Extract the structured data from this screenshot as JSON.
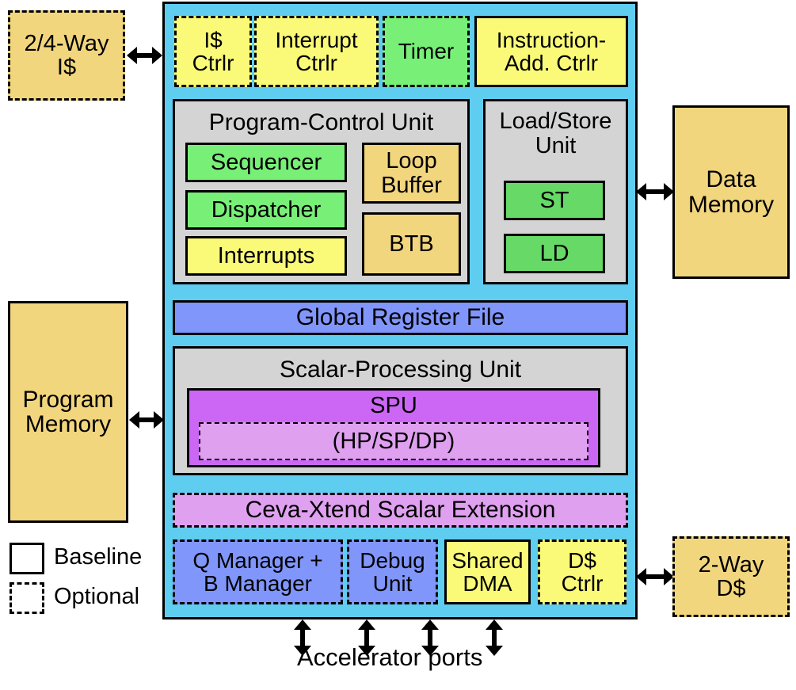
{
  "diagram": {
    "title": "Ceva processor core block diagram",
    "colors": {
      "chip_frame": "#5FCDEF",
      "yellow": "#FAFA78",
      "green_light": "#78F078",
      "green_strong": "#66D966",
      "gold": "#F2D67E",
      "blue": "#8096FA",
      "purple": "#CC66F5",
      "purple_light": "#E0A0F0",
      "gray_panel": "#D4D4D4",
      "outline": "#000000"
    }
  },
  "external": {
    "icache": {
      "label_line1": "2/4-Way",
      "label_line2": "I$",
      "style": "Optional"
    },
    "program_memory": {
      "label_line1": "Program",
      "label_line2": "Memory",
      "style": "Baseline"
    },
    "data_memory": {
      "label_line1": "Data",
      "label_line2": "Memory",
      "style": "Baseline"
    },
    "dcache": {
      "label_line1": "2-Way",
      "label_line2": "D$",
      "style": "Optional"
    }
  },
  "top_row": [
    {
      "label_line1": "I$",
      "label_line2": "Ctrlr",
      "style": "Optional",
      "color": "yellow"
    },
    {
      "label_line1": "Interrupt",
      "label_line2": "Ctrlr",
      "style": "Optional",
      "color": "yellow"
    },
    {
      "label_line1": "Timer",
      "label_line2": "",
      "style": "Optional",
      "color": "green"
    },
    {
      "label_line1": "Instruction-",
      "label_line2": "Add. Ctrlr",
      "style": "Baseline",
      "color": "yellow"
    }
  ],
  "program_control_unit": {
    "title": "Program-Control Unit",
    "left_blocks": [
      {
        "label": "Sequencer",
        "style": "Baseline",
        "color": "green"
      },
      {
        "label": "Dispatcher",
        "style": "Baseline",
        "color": "green"
      },
      {
        "label": "Interrupts",
        "style": "Baseline",
        "color": "yellow"
      }
    ],
    "right_blocks": [
      {
        "label_line1": "Loop",
        "label_line2": "Buffer",
        "style": "Baseline",
        "color": "gold"
      },
      {
        "label_line1": "BTB",
        "label_line2": "",
        "style": "Baseline",
        "color": "gold"
      }
    ]
  },
  "load_store_unit": {
    "title_line1": "Load/Store",
    "title_line2": "Unit",
    "blocks": [
      {
        "label": "ST",
        "style": "Baseline",
        "color": "green"
      },
      {
        "label": "LD",
        "style": "Baseline",
        "color": "green"
      }
    ]
  },
  "global_register_file": {
    "label": "Global Register File",
    "style": "Baseline",
    "color": "blue"
  },
  "scalar_processing_unit": {
    "title": "Scalar-Processing Unit",
    "spu": {
      "label": "SPU",
      "style": "Baseline",
      "color": "purple"
    },
    "precision": {
      "label": "(HP/SP/DP)",
      "style": "Optional",
      "color": "purple_light"
    }
  },
  "ceva_xtend": {
    "label": "Ceva-Xtend Scalar Extension",
    "style": "Optional",
    "color": "purple_light"
  },
  "bottom_row": [
    {
      "label_line1": "Q Manager +",
      "label_line2": "B Manager",
      "style": "Optional",
      "color": "blue"
    },
    {
      "label_line1": "Debug",
      "label_line2": "Unit",
      "style": "Optional",
      "color": "blue"
    },
    {
      "label_line1": "Shared",
      "label_line2": "DMA",
      "style": "Baseline",
      "color": "yellow"
    },
    {
      "label_line1": "D$",
      "label_line2": "Ctrlr",
      "style": "Optional",
      "color": "yellow"
    }
  ],
  "accelerator_ports": {
    "label": "Accelerator ports",
    "port_count": 4
  },
  "legend": {
    "items": [
      {
        "label": "Baseline",
        "style": "solid"
      },
      {
        "label": "Optional",
        "style": "dashed"
      }
    ]
  }
}
